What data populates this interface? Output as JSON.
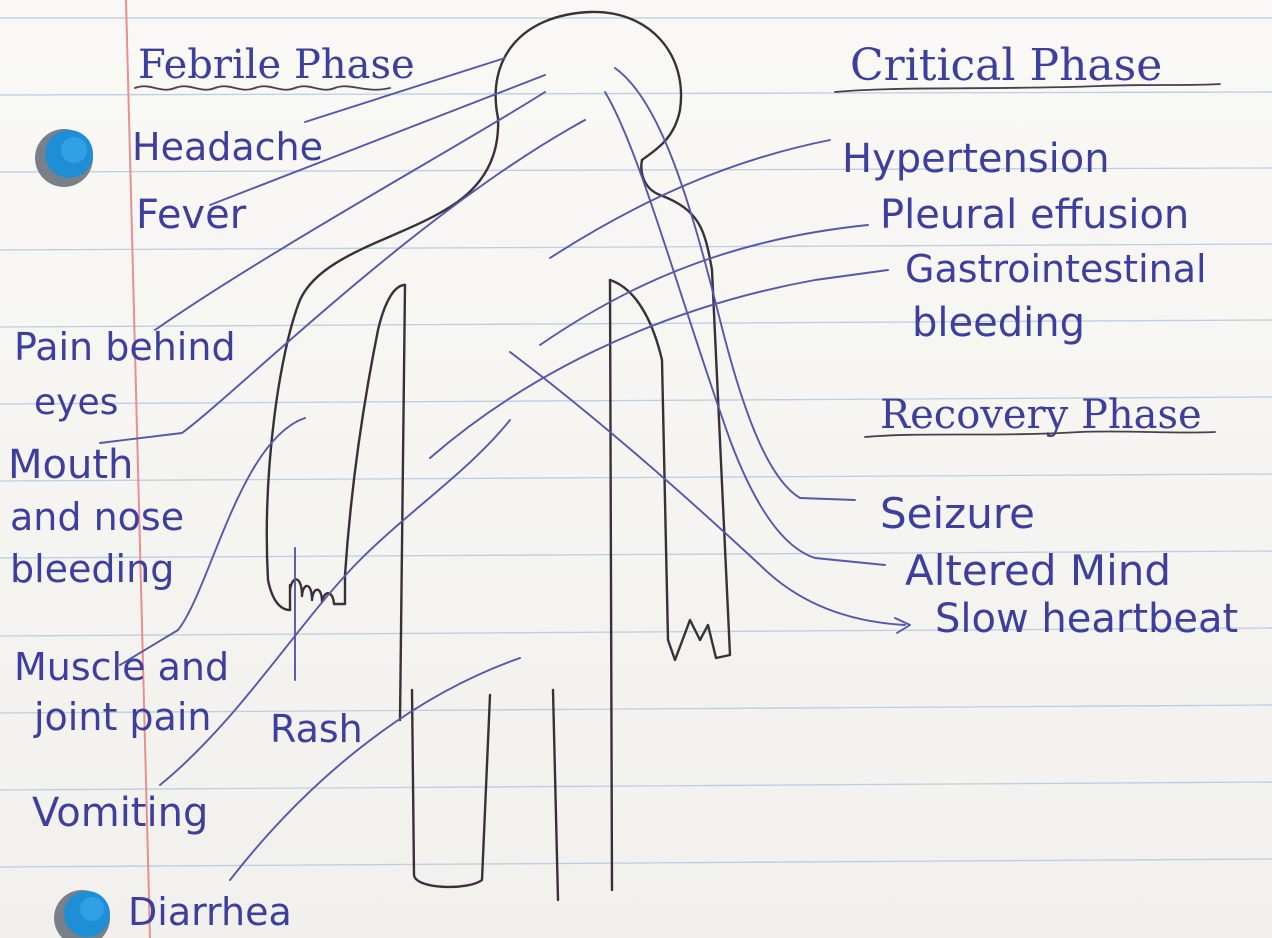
{
  "headings": {
    "febrile": "Febrile Phase",
    "critical": "Critical Phase",
    "recovery": "Recovery Phase"
  },
  "symptoms": {
    "headache": "Headache",
    "fever": "Fever",
    "pain_behind_eyes_1": "Pain behind",
    "pain_behind_eyes_2": "eyes",
    "mouth_nose_1": "Mouth",
    "mouth_nose_2": "and nose",
    "mouth_nose_3": "bleeding",
    "muscle_joint_1": "Muscle and",
    "muscle_joint_2": "joint pain",
    "rash": "Rash",
    "vomiting": "Vomiting",
    "diarrhea": "Diarrhea",
    "hypertension": "Hypertension",
    "pleural_effusion": "Pleural effusion",
    "gi_bleeding_1": "Gastrointestinal",
    "gi_bleeding_2": "bleeding",
    "seizure": "Seizure",
    "altered_mind": "Altered Mind",
    "slow_heartbeat": "Slow heartbeat"
  },
  "colors": {
    "ink_blue": "#3d3f9e",
    "pencil": "#3a3038",
    "paper": "#f6f5f1",
    "rule_blue": "#b9cfe3",
    "margin_red": "#ea8f8f",
    "hole_blue": "#1e8fd6"
  }
}
